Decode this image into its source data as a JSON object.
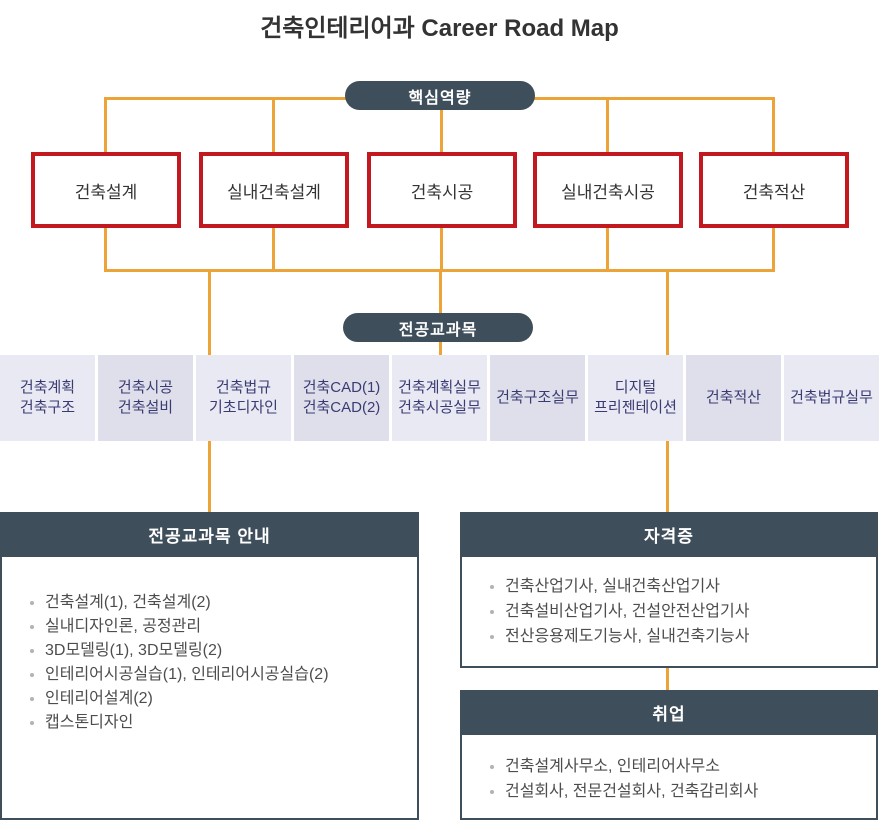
{
  "title": "건축인테리어과 Career Road Map",
  "pills": {
    "core": "핵심역량",
    "major": "전공교과목"
  },
  "competencies": [
    "건축설계",
    "실내건축설계",
    "건축시공",
    "실내건축시공",
    "건축적산"
  ],
  "courses": [
    "건축계획\n건축구조",
    "건축시공\n건축설비",
    "건축법규\n기초디자인",
    "건축CAD(1)\n건축CAD(2)",
    "건축계획실무\n건축시공실무",
    "건축구조실무",
    "디지털\n프리젠테이션",
    "건축적산",
    "건축법규실무"
  ],
  "course_guide": {
    "header": "전공교과목 안내",
    "items": [
      "건축설계(1), 건축설계(2)",
      "실내디자인론, 공정관리",
      "3D모델링(1), 3D모델링(2)",
      "인테리어시공실습(1), 인테리어시공실습(2)",
      "인테리어설계(2)",
      "캡스톤디자인"
    ]
  },
  "certificates": {
    "header": "자격증",
    "items": [
      "건축산업기사, 실내건축산업기사",
      "건축설비산업기사, 건설안전산업기사",
      "전산응용제도기능사, 실내건축기능사"
    ]
  },
  "employment": {
    "header": "취업",
    "items": [
      "건축설계사무소, 인테리어사무소",
      "건설회사, 전문건설회사, 건축감리회사"
    ]
  },
  "colors": {
    "accent_orange": "#eca338",
    "competency_red": "#c1191f",
    "slate_dark": "#3f4e5b",
    "course_bg_light": "#e9e9f3",
    "course_bg_dark": "#dfdfeb",
    "course_text": "#3b3b74"
  }
}
